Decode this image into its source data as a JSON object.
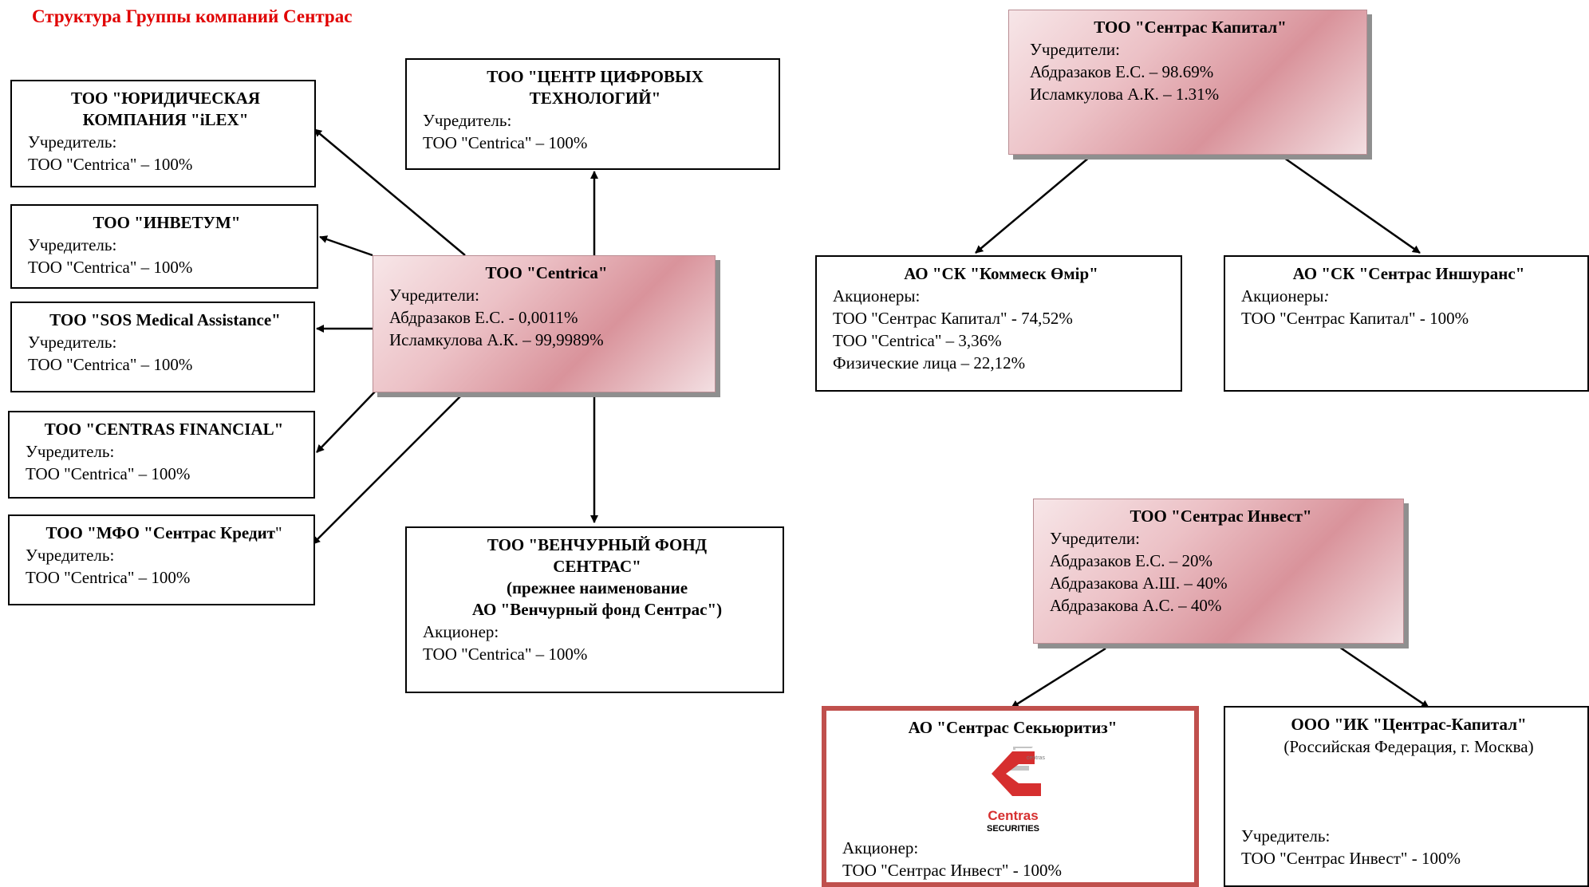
{
  "page_title": "Структура Группы компаний Сентрас",
  "centrica": {
    "title": "ТОО \"Centrica\"",
    "label": "Учредители:",
    "owners": [
      "Абдразаков Е.С. - 0,0011%",
      "Исламкулова А.К. – 99,9989%"
    ]
  },
  "iles": {
    "title_1": "ТОО \"ЮРИДИЧЕСКАЯ",
    "title_2": "КОМПАНИЯ \"iLEX\"",
    "label": "Учредитель:",
    "owner": "ТОО \"Centrica\" – 100%"
  },
  "invetum": {
    "title": "ТОО \"ИНВЕТУМ\"",
    "label": "Учредитель:",
    "owner": "ТОО \"Centrica\" – 100%"
  },
  "sos": {
    "title": "ТОО \"SOS Medical Assistance\"",
    "label": "Учредитель:",
    "owner": "ТОО \"Centrica\" – 100%"
  },
  "financial": {
    "title": "ТОО \"CENTRAS FINANCIAL\"",
    "label": "Учредитель:",
    "owner": "ТОО \"Centrica\" – 100%"
  },
  "mfo": {
    "title_bold": "ТОО \"МФО \"Сентрас Кредит",
    "title_rest": "\"",
    "label": "Учредитель:",
    "owner": "ТОО \"Centrica\" – 100%"
  },
  "digital": {
    "title_1": "ТОО \"ЦЕНТР ЦИФРОВЫХ",
    "title_2": "ТЕХНОЛОГИЙ\"",
    "label": "Учредитель:",
    "owner": "ТОО \"Centrica\" – 100%"
  },
  "venture": {
    "title_1": "ТОО \"ВЕНЧУРНЫЙ ФОНД",
    "title_2": "СЕНТРАС\"",
    "title_3": "(прежнее наименование",
    "title_4": "АО \"Венчурный фонд Сентрас\")",
    "label": "Акционер:",
    "owner": "ТОО \"Centrica\" – 100%"
  },
  "capital": {
    "title": "ТОО \"Сентрас Капитал\"",
    "label": "Учредители:",
    "owners": [
      "Абдразаков Е.С. –  98.69%",
      "Исламкулова А.К. – 1.31%"
    ]
  },
  "kommesk": {
    "title": "АО \"СК \"Коммеск Өмір\"",
    "label": "Акционеры:",
    "owners": [
      "ТОО \"Сентрас Капитал\" - 74,52%",
      "ТОО \"Centrica\" – 3,36%",
      "Физические лица – 22,12%"
    ]
  },
  "insurance": {
    "title": "АО \"СК \"Сентрас Иншуранс\"",
    "label": "Акционеры",
    "label_colon": ":",
    "owner": "ТОО \"Сентрас Капитал\" - 100%"
  },
  "invest": {
    "title": "ТОО \"Сентрас Инвест\"",
    "label": "Учредители:",
    "owners": [
      "Абдразаков Е.С. – 20%",
      "Абдразакова А.Ш. – 40%",
      "Абдразакова А.С. – 40%"
    ]
  },
  "securities": {
    "title": "АО \"Сентрас Секьюритиз\"",
    "logo_word_1": "Centras",
    "logo_word_2": "SECURITIES",
    "logo_small": "centras",
    "label": "Акционер:",
    "owner": "ТОО \"Сентрас Инвест\" - 100%"
  },
  "ik": {
    "title": "ООО \"ИК \"Центрас-Капитал\"",
    "subtitle": "(Российская Федерация, г. Москва)",
    "label": "Учредитель:",
    "owner": "ТОО \"Сентрас Инвест\" - 100%"
  }
}
